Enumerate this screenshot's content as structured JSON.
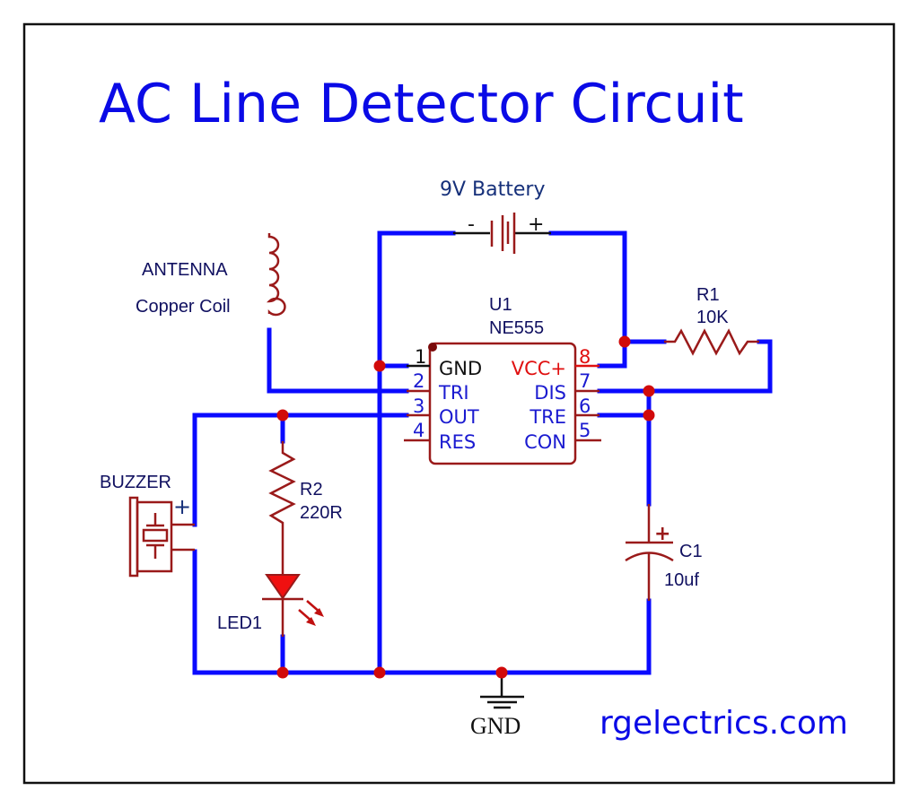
{
  "title": "AC Line Detector Circuit",
  "website": "rgelectrics.com",
  "battery": {
    "label": "9V Battery",
    "minus": "-",
    "plus": "+"
  },
  "antenna": {
    "label1": "ANTENNA",
    "label2": "Copper Coil"
  },
  "ic": {
    "ref": "U1",
    "part": "NE555",
    "pins": [
      {
        "num": "1",
        "name": "GND"
      },
      {
        "num": "2",
        "name": "TRI"
      },
      {
        "num": "3",
        "name": "OUT"
      },
      {
        "num": "4",
        "name": "RES"
      },
      {
        "num": "5",
        "name": "CON"
      },
      {
        "num": "6",
        "name": "TRE"
      },
      {
        "num": "7",
        "name": "DIS"
      },
      {
        "num": "8",
        "name": "VCC+"
      }
    ]
  },
  "r1": {
    "ref": "R1",
    "value": "10K"
  },
  "r2": {
    "ref": "R2",
    "value": "220R"
  },
  "c1": {
    "ref": "C1",
    "value": "10uf",
    "polarity": "+"
  },
  "led": {
    "ref": "LED1"
  },
  "buzzer": {
    "label": "BUZZER",
    "polarity": "+"
  },
  "ground": {
    "label": "GND"
  },
  "colors": {
    "wire": "#0a0aff",
    "component": "#9a1a1a",
    "junction": "#d10a0a",
    "title": "#0a0ae6",
    "vcc_label": "#e01010"
  }
}
